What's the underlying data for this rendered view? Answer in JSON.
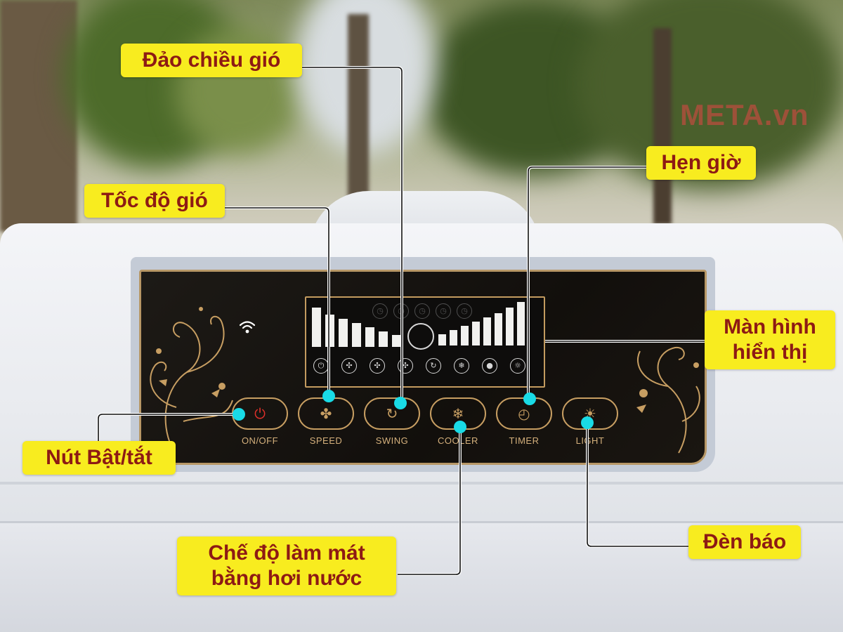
{
  "watermark": "META.vn",
  "buttons": [
    {
      "id": "onoff",
      "label": "ON/OFF",
      "icon": "power-icon"
    },
    {
      "id": "speed",
      "label": "SPEED",
      "icon": "fan-icon"
    },
    {
      "id": "swing",
      "label": "SWING",
      "icon": "swing-icon"
    },
    {
      "id": "cooler",
      "label": "COOLER",
      "icon": "snowflake-icon"
    },
    {
      "id": "timer",
      "label": "TIMER",
      "icon": "clock-icon"
    },
    {
      "id": "light",
      "label": "LIGHT",
      "icon": "bulb-icon"
    }
  ],
  "callouts": {
    "swing": "Đảo chiều gió",
    "speed": "Tốc độ gió",
    "timer": "Hẹn giờ",
    "display_line1": "Màn hình",
    "display_line2": "hiển thị",
    "power": "Nút Bật/tắt",
    "cooler_line1": "Chế độ làm mát",
    "cooler_line2": "bằng hơi nước",
    "light": "Đèn báo"
  },
  "colors": {
    "callout_bg": "#f8ec1f",
    "callout_text": "#8d1a14",
    "marker": "#19dbe6",
    "panel_gold": "#c79e62",
    "power_icon": "#e0302a"
  },
  "lcd_icons": [
    "power-icon",
    "fan-icon",
    "fan-icon",
    "fan-icon",
    "swing-icon",
    "snowflake-icon",
    "droplet-icon",
    "bulb-icon"
  ]
}
